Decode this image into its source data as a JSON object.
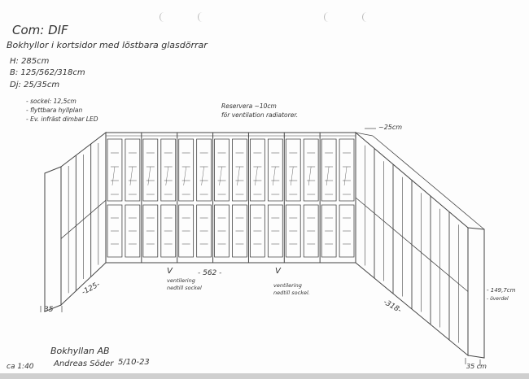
{
  "header": {
    "ref": "Com: DIF",
    "title": "Bokhyllor i kortsidor med löstbara glasdörrar",
    "height": "H: 285cm",
    "width": "B: 125/562/318cm",
    "depth": "Dj: 25/35cm",
    "notes": [
      "- sockel: 12,5cm",
      "- flyttbara hyllplan",
      "- Ev. infräst dimbar LED"
    ]
  },
  "annotations": {
    "gap_note_1": "Reservera ~10cm",
    "gap_note_2": "för ventilation radiatorer.",
    "depth_top": "~25cm",
    "vent_left_1": "ventilering",
    "vent_left_2": "nedtill sockel",
    "vent_right_1": "ventilering",
    "vent_right_2": "nedtill sockel.",
    "center_width": "- 562 -",
    "left_width": "-125-",
    "left_depth": "35",
    "right_width": "-318-",
    "right_depth": "35 cm",
    "right_height_1": "- 149,7cm",
    "right_height_2": "- överdel"
  },
  "footer": {
    "scale": "ca 1:40",
    "company": "Bokhyllan AB",
    "author": "Andreas Söder",
    "date": "5/10-23"
  }
}
